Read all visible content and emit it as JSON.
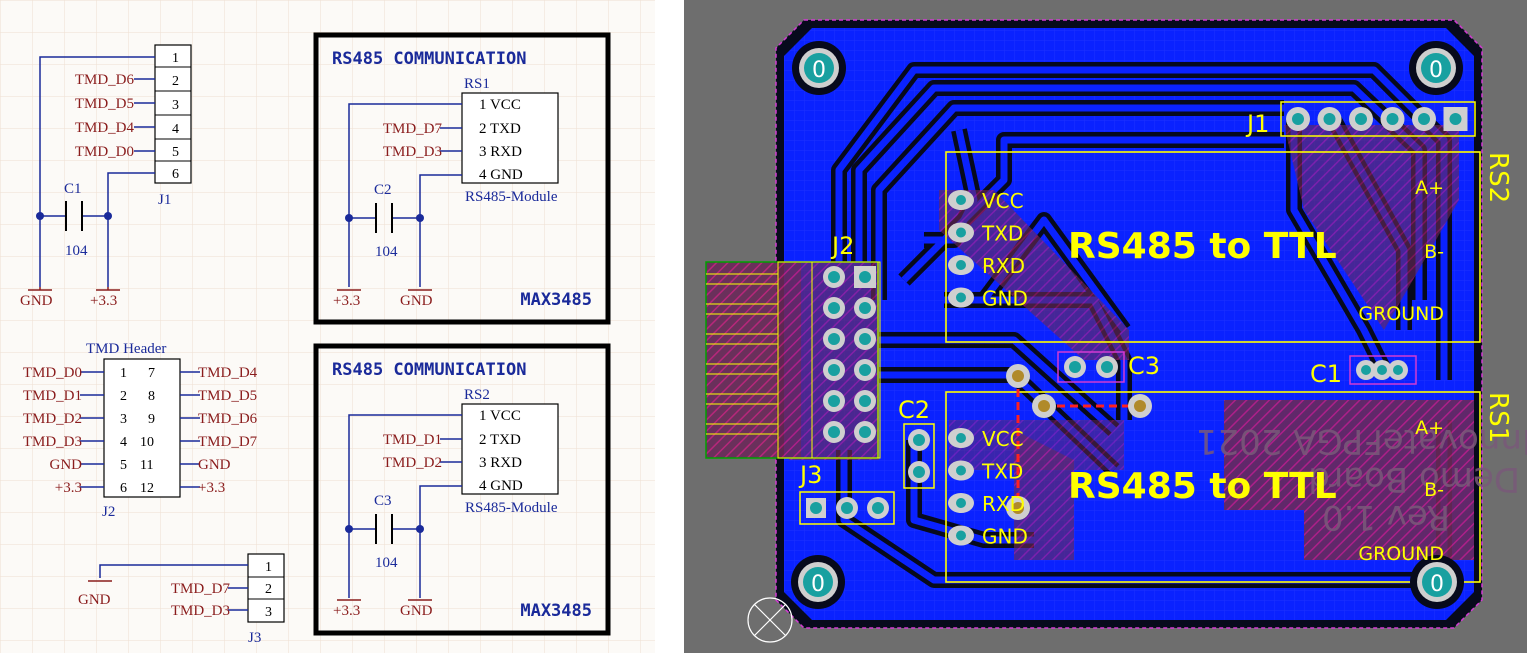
{
  "schematic": {
    "j1": {
      "ref": "J1",
      "pins": [
        "1",
        "2",
        "3",
        "4",
        "5",
        "6"
      ],
      "nets": [
        "",
        "TMD_D6",
        "TMD_D5",
        "TMD_D4",
        "TMD_D0",
        ""
      ]
    },
    "c1": {
      "ref": "C1",
      "value": "104"
    },
    "power_left": {
      "gnd": "GND",
      "v33": "+3.3"
    },
    "box1": {
      "title": "RS485 COMMUNICATION",
      "ref": "RS1",
      "pins": [
        "1 VCC",
        "2 TXD",
        "3 RXD",
        "4 GND"
      ],
      "nets": [
        "",
        "TMD_D7",
        "TMD_D3",
        ""
      ],
      "module": "RS485-Module",
      "cap_ref": "C2",
      "cap_value": "104",
      "v33": "+3.3",
      "gnd": "GND",
      "chip": "MAX3485"
    },
    "box2": {
      "title": "RS485 COMMUNICATION",
      "ref": "RS2",
      "pins": [
        "1 VCC",
        "2 TXD",
        "3 RXD",
        "4 GND"
      ],
      "nets": [
        "",
        "TMD_D1",
        "TMD_D2",
        ""
      ],
      "module": "RS485-Module",
      "cap_ref": "C3",
      "cap_value": "104",
      "v33": "+3.3",
      "gnd": "GND",
      "chip": "MAX3485"
    },
    "j2": {
      "title": "TMD Header",
      "ref": "J2",
      "left_nets": [
        "TMD_D0",
        "TMD_D1",
        "TMD_D2",
        "TMD_D3",
        "GND",
        "+3.3"
      ],
      "left_pins": [
        "1",
        "2",
        "3",
        "4",
        "5",
        "6"
      ],
      "right_pins": [
        "7",
        "8",
        "9",
        "10",
        "11",
        "12"
      ],
      "right_nets": [
        "TMD_D4",
        "TMD_D5",
        "TMD_D6",
        "TMD_D7",
        "GND",
        "+3.3"
      ]
    },
    "j3": {
      "ref": "J3",
      "pins": [
        "1",
        "2",
        "3"
      ],
      "nets": [
        "TMD_D7",
        "TMD_D3"
      ],
      "gnd": "GND"
    }
  },
  "pcb": {
    "mount_label": "0",
    "j1": "J1",
    "j2": "J2",
    "j3": "J3",
    "c1": "C1",
    "c2": "C2",
    "c3": "C3",
    "rs1": "RS1",
    "rs2": "RS2",
    "module_title": "RS485 to TTL",
    "pins": [
      "VCC",
      "TXD",
      "RXD",
      "GND"
    ],
    "right_labels": [
      "A+",
      "B-",
      "GROUND"
    ],
    "mirror_lines": [
      "InnovateFPGA 2021",
      "Demo Board",
      "Rev 1.0"
    ],
    "colors": {
      "copper": "#0a22ff",
      "board_bg": "#6e6e6e",
      "silk": "#ffff00",
      "pad": "#cfcfcf",
      "hole": "#18a0a0",
      "schematic_net": "#8a1c1c",
      "schematic_wire": "#1a2a9a"
    }
  }
}
